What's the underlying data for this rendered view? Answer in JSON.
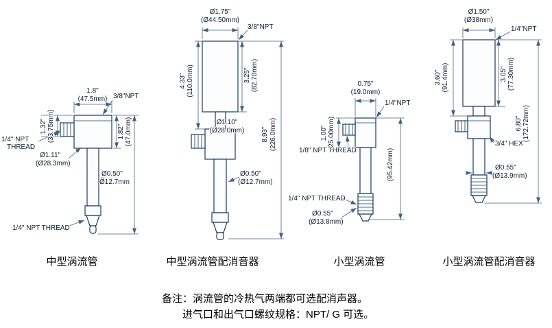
{
  "style": {
    "line_color": "#1b3a5c",
    "dim_color": "#44607f",
    "text_color": "#0d1b2e"
  },
  "figures": [
    {
      "caption": "中型涡流管",
      "labels": {
        "width_in": "1.8\"",
        "width_mm": "(47.5mm)",
        "top_thread": "3/8\"NPT",
        "inlet_h_in": "1.32\"",
        "inlet_h_mm": "(33.75mm)",
        "inlet_thread_l1": "1/4\" NPT",
        "inlet_thread_l2": "THREAD",
        "body_dia_in": "Ø1.11\"",
        "body_dia_mm": "(Ø28.3mm)",
        "body_h_in": "1.82\"",
        "body_h_mm": "(47.0mm)",
        "tube_dia_in": "Ø0.50\"",
        "tube_dia_mm": "Ø12.7mm",
        "bottom_thread": "1/4\" NPT THREAD"
      }
    },
    {
      "caption": "中型涡流管配消音器",
      "labels": {
        "muffler_dia_in": "Ø1.75\"",
        "muffler_dia_mm": "(Ø44.50mm)",
        "top_thread": "3/8\"NPT",
        "left_h_in": "4.33\"",
        "left_h_mm": "(110.0mm)",
        "muffler_h_in": "3.25\"",
        "muffler_h_mm": "(82.70mm)",
        "body_dia_in": "Ø1.10\"",
        "body_dia_mm": "(Ø28.0mm)",
        "total_h_in": "8.93\"",
        "total_h_mm": "(226.0mm)",
        "tube_dia_in": "Ø0.50\"",
        "tube_dia_mm": "(Ø12.7mm)"
      }
    },
    {
      "caption": "小型涡流管",
      "labels": {
        "width_in": "0.75\"",
        "width_mm": "(19.0mm)",
        "top_thread": "1/4\"NPT",
        "body_h_in": "1.00\"",
        "body_h_mm": "(25.00mm)",
        "inlet_thread": "1/8\" NPT THREAD",
        "total_h_mm": "(95.42mm)",
        "bottom_thread": "1/4\" NPT THREAD",
        "tube_dia_in": "Ø0.55\"",
        "tube_dia_mm": "(Ø13.8mm)"
      }
    },
    {
      "caption": "小型涡流管配消音器",
      "labels": {
        "muffler_dia_in": "Ø1.50\"",
        "muffler_dia_mm": "(Ø38mm)",
        "top_thread": "1/4\"NPT",
        "left_h_in": "3.60\"",
        "left_h_mm": "(91.4mm)",
        "muffler_h_in": "3.05\"",
        "muffler_h_mm": "(77.30mm)",
        "total_h_in": "6.80\"",
        "total_h_mm": "(172.72mm)",
        "hex_label": "3/4\" HEX",
        "tube_dia_in": "Ø0.55\"",
        "tube_dia_mm": "(Ø13.9mm)"
      }
    }
  ],
  "notes": {
    "line1": "备注：涡流管的冷热气两端都可选配消声器。",
    "line2": "进气口和出气口螺纹规格：NPT/ G 可选。"
  }
}
